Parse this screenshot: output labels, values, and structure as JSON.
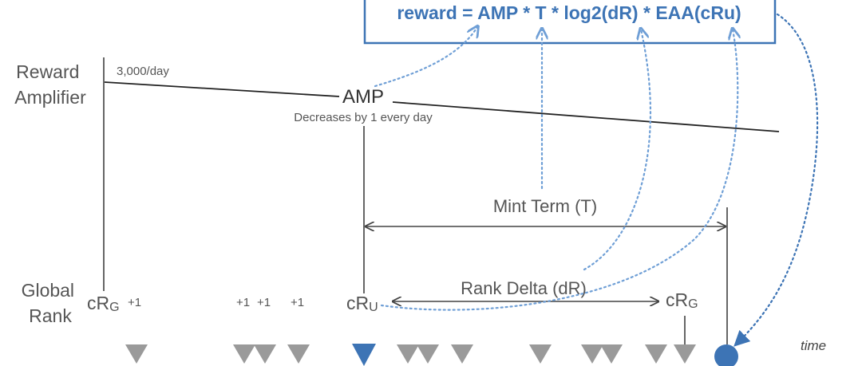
{
  "formula": "reward = AMP * T * log2(dR) * EAA(cRu)",
  "row_labels": {
    "reward_amplifier": [
      "Reward",
      "Amplifier"
    ],
    "global_rank": [
      "Global",
      "Rank"
    ]
  },
  "amp": {
    "start_value": "3,000/day",
    "label": "AMP",
    "note": "Decreases by 1 every day"
  },
  "mint_term": "Mint Term (T)",
  "rank_delta": "Rank Delta (dR)",
  "rank_markers": {
    "global": {
      "base": "cR",
      "sub": "G"
    },
    "user": {
      "base": "cR",
      "sub": "U"
    },
    "global_end": {
      "base": "cR",
      "sub": "G"
    }
  },
  "increments": [
    "+1",
    "+1",
    "+1",
    "+1"
  ],
  "time_label": "time",
  "colors": {
    "accent": "#3d74b5",
    "dotted": "#6f9fd6",
    "line": "#222222",
    "gray_marker": "#999999",
    "text": "#555555"
  }
}
